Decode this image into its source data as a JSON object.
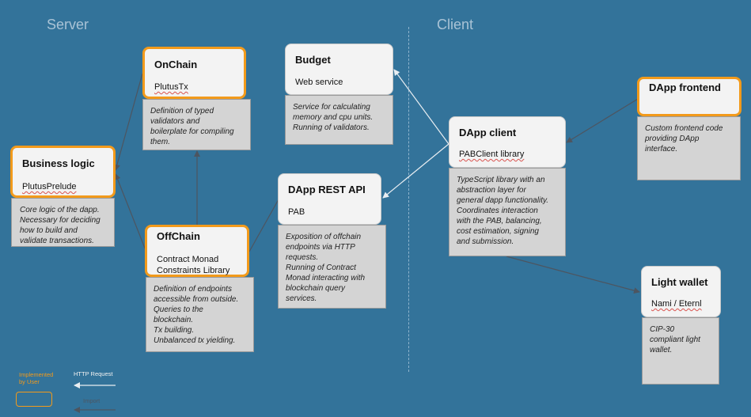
{
  "sections": {
    "server": "Server",
    "client": "Client"
  },
  "colors": {
    "background": "#33739a",
    "user_border": "#f29a1b",
    "arrow": "#e9eef2",
    "import": "#4d5560"
  },
  "components": {
    "onchain": {
      "title": "OnChain",
      "sub": "PlutusTx",
      "desc": [
        "Definition of typed",
        "validators and",
        "boilerplate for compiling",
        "them."
      ]
    },
    "budget": {
      "title": "Budget",
      "sub": "Web service",
      "desc": [
        "Service for calculating",
        "memory and cpu units.",
        "Running of validators."
      ]
    },
    "business_logic": {
      "title": "Business logic",
      "sub": "PlutusPrelude",
      "desc": [
        "Core logic of the dapp.",
        "Necessary for deciding",
        "how to build and",
        "validate transactions."
      ]
    },
    "offchain": {
      "title": "OffChain",
      "sub": [
        "Contract Monad",
        "Constraints Library"
      ],
      "desc": [
        "Definition of endpoints",
        "accessible from outside.",
        "Queries to the",
        "blockchain.",
        "Tx building.",
        "Unbalanced tx yielding."
      ]
    },
    "dapp_rest_api": {
      "title": "DApp REST API",
      "sub": "PAB",
      "desc": [
        "Exposition of offchain",
        "endpoints via HTTP",
        "requests.",
        "Running of Contract",
        "Monad interacting with",
        "blockchain query",
        "services."
      ]
    },
    "dapp_client": {
      "title": "DApp client",
      "sub": "PABClient library",
      "desc": [
        "TypeScript library with an",
        "abstraction layer for",
        "general dapp functionality.",
        "Coordinates interaction",
        "with the PAB, balancing,",
        "cost estimation, signing",
        "and submission."
      ]
    },
    "dapp_frontend": {
      "title": "DApp frontend",
      "desc": [
        "Custom frontend code",
        "providing DApp",
        "interface."
      ]
    },
    "light_wallet": {
      "title": "Light wallet",
      "sub": "Nami / Eternl",
      "desc": [
        "CIP-30",
        "compliant light",
        "wallet."
      ]
    }
  },
  "legend": {
    "implemented": [
      "Implemented",
      "by User"
    ],
    "http": "HTTP Request",
    "import": "Import"
  }
}
